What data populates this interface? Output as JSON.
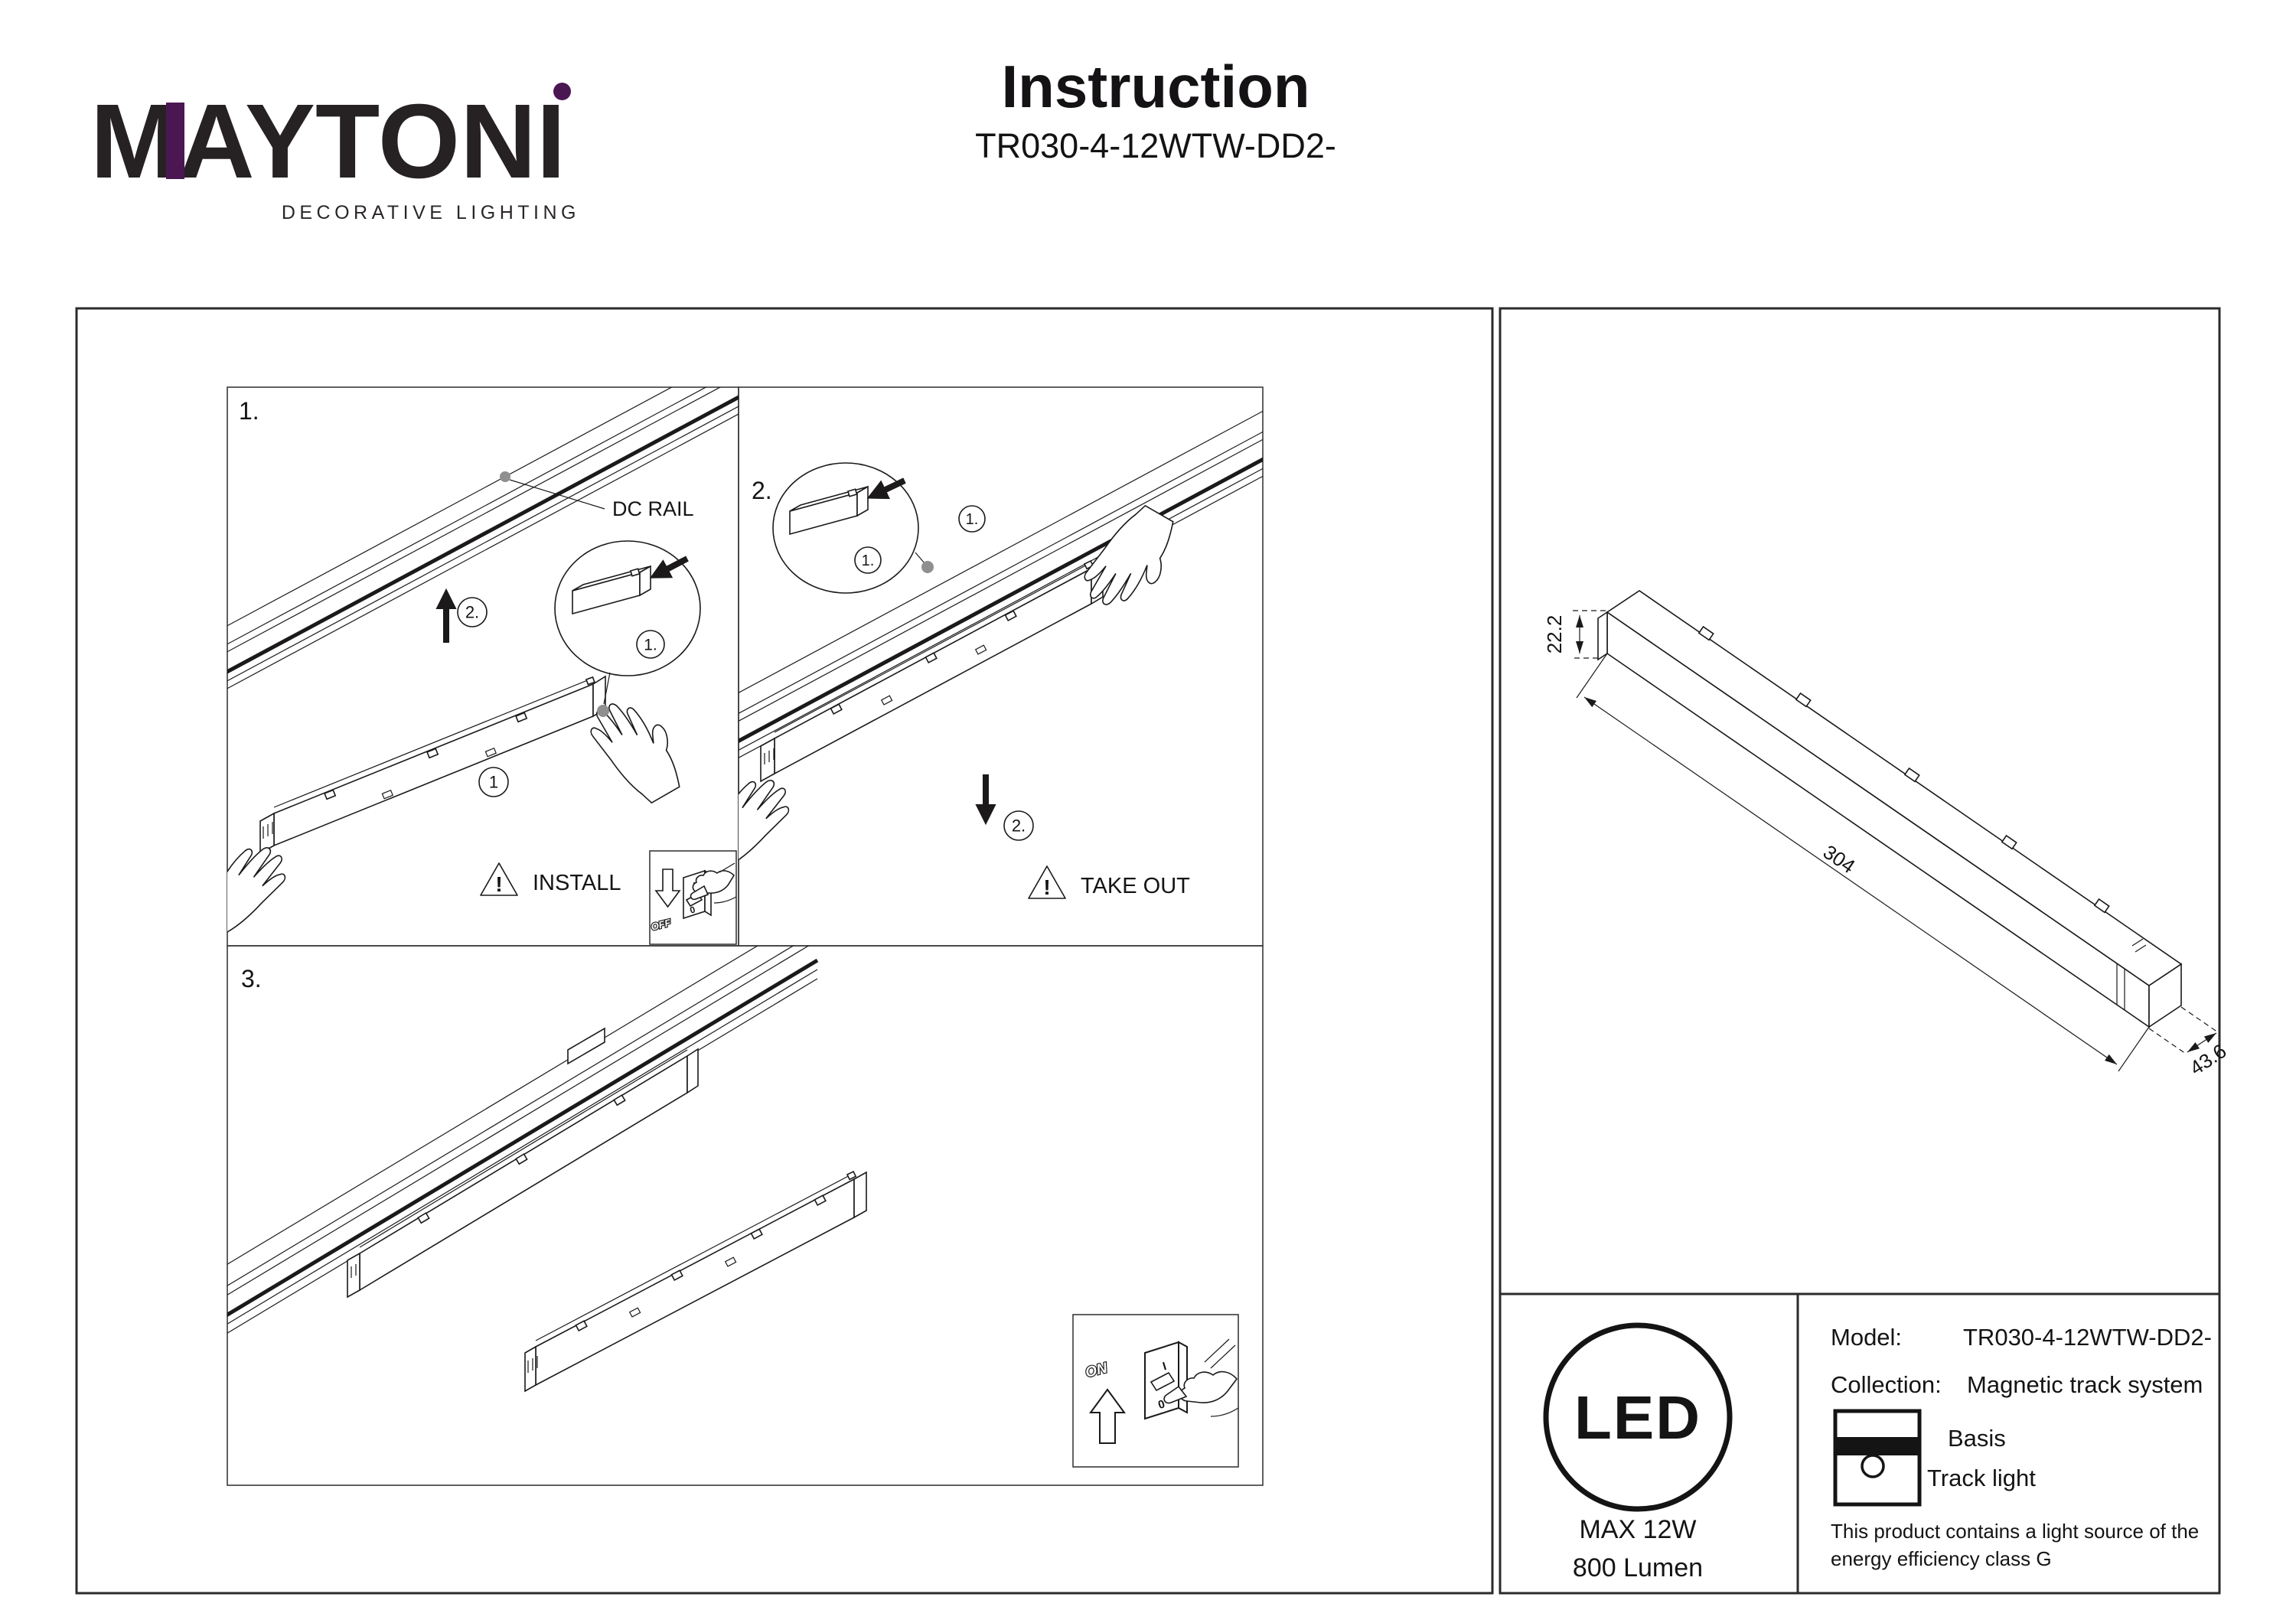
{
  "header": {
    "brand": "MAYTONI",
    "tagline": "DECORATIVE LIGHTING",
    "title": "Instruction",
    "subtitle": "TR030-4-12WTW-DD2-"
  },
  "steps": {
    "one": {
      "label": "1.",
      "rail_label": "DC RAIL",
      "lift_step": "2.",
      "detail_step": "1.",
      "fixture_step": "1",
      "warning": "INSTALL",
      "switch_word": "OFF"
    },
    "two": {
      "label": "2.",
      "detail_step": "1.",
      "rail_step": "1.",
      "pull_step": "2.",
      "warning": "TAKE OUT"
    },
    "three": {
      "label": "3.",
      "switch_word": "ON"
    }
  },
  "switch_marks": {
    "on": "I",
    "off": "0"
  },
  "dimensions": {
    "height": "22.2",
    "length": "304",
    "depth": "43.6"
  },
  "spec": {
    "led": "LED",
    "max_power": "MAX 12W",
    "flux": "800 Lumen",
    "model_label": "Model:",
    "model_value": "TR030-4-12WTW-DD2-",
    "collection_label": "Collection:",
    "collection_value": "Magnetic track system",
    "basis": "Basis",
    "track_light": "Track light",
    "note_line1": "This product contains a light source of the",
    "note_line2": "energy efficiency class G"
  },
  "colors": {
    "accent_purple": "#4b1752",
    "ink": "#1b191a",
    "gray_dot": "#8f8f8f"
  }
}
